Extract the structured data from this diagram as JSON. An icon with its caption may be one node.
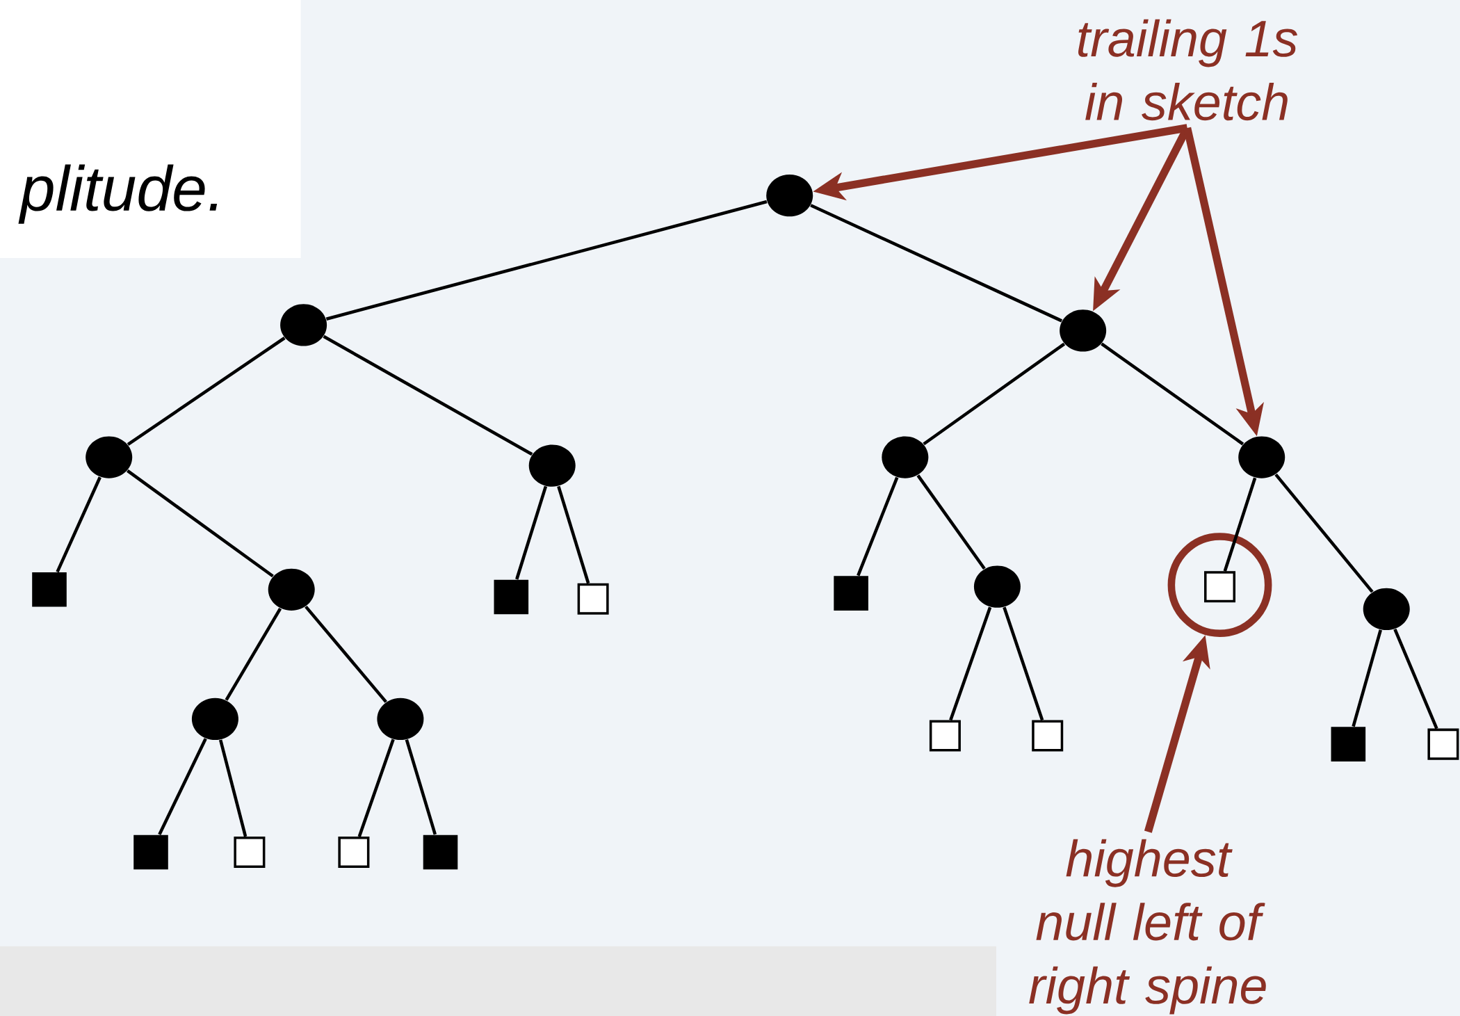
{
  "diagram": {
    "nodes": [
      {
        "text": [],
        "shape": "circle"
      },
      {
        "text": [],
        "shape": "circle"
      },
      {
        "text": [],
        "shape": "circle"
      },
      {
        "text": [],
        "shape": "circle"
      },
      {
        "text": [],
        "shape": "circle"
      },
      {
        "text": [],
        "shape": "circle"
      },
      {
        "text": [],
        "shape": "circle"
      },
      {
        "text": [],
        "shape": "box"
      },
      {
        "text": [],
        "shape": "circle"
      },
      {
        "text": [],
        "shape": "box"
      },
      {
        "text": [],
        "shape": "box"
      },
      {
        "text": [],
        "shape": "box"
      },
      {
        "text": [],
        "shape": "circle"
      },
      {
        "text": [],
        "shape": "circle"
      },
      {
        "text": [],
        "shape": "box",
        "in": 13
      },
      {
        "text": [],
        "shape": "circle"
      },
      {
        "text": [],
        "shape": "circle"
      },
      {
        "text": [],
        "shape": "circle"
      },
      {
        "text": [],
        "shape": "box"
      },
      {
        "text": [],
        "shape": "box"
      },
      {
        "text": [],
        "shape": "box"
      },
      {
        "text": [],
        "shape": "box"
      },
      {
        "text": [],
        "shape": "box"
      },
      {
        "text": [],
        "shape": "box"
      },
      {
        "text": [],
        "shape": "box"
      },
      {
        "text": [],
        "shape": "box"
      },
      {
        "text": [
          "trailing 1s in sketch"
        ]
      },
      {
        "text": [
          "highest null left of right spine"
        ]
      }
    ],
    "edges": [
      {
        "from": 0,
        "to": 1,
        "arrow": "none"
      },
      {
        "from": 0,
        "to": 2,
        "arrow": "none"
      },
      {
        "from": 1,
        "to": 3,
        "arrow": "none"
      },
      {
        "from": 1,
        "to": 4,
        "arrow": "none"
      },
      {
        "from": 2,
        "to": 5,
        "arrow": "none"
      },
      {
        "from": 2,
        "to": 6,
        "arrow": "none"
      },
      {
        "from": 3,
        "to": 7,
        "arrow": "none"
      },
      {
        "from": 3,
        "to": 8,
        "arrow": "none"
      },
      {
        "from": 4,
        "to": 9,
        "arrow": "none"
      },
      {
        "from": 4,
        "to": 10,
        "arrow": "none"
      },
      {
        "from": 5,
        "to": 11,
        "arrow": "none"
      },
      {
        "from": 5,
        "to": 12,
        "arrow": "none"
      },
      {
        "from": 6,
        "to": 14,
        "arrow": "none"
      },
      {
        "from": 6,
        "to": 15,
        "arrow": "none"
      },
      {
        "from": 8,
        "to": 16,
        "arrow": "none"
      },
      {
        "from": 8,
        "to": 17,
        "arrow": "none"
      },
      {
        "from": 12,
        "to": 18,
        "arrow": "none"
      },
      {
        "from": 12,
        "to": 19,
        "arrow": "none"
      },
      {
        "from": 15,
        "to": 20,
        "arrow": "none"
      },
      {
        "from": 15,
        "to": 21,
        "arrow": "none"
      },
      {
        "from": 16,
        "to": 22,
        "arrow": "none"
      },
      {
        "from": 16,
        "to": 23,
        "arrow": "none"
      },
      {
        "from": 17,
        "to": 24,
        "arrow": "none"
      },
      {
        "from": 17,
        "to": 25,
        "arrow": "none"
      },
      {
        "from": 26,
        "to": 0,
        "arrow": "to",
        "style": "thick",
        "color": "#8b3024"
      },
      {
        "from": 26,
        "to": 2,
        "arrow": "to",
        "style": "thick",
        "color": "#8b3024"
      },
      {
        "from": 26,
        "to": 6,
        "arrow": "to",
        "style": "thick",
        "color": "#8b3024"
      },
      {
        "from": 27,
        "to": 13,
        "arrow": "to",
        "style": "thick",
        "color": "#8b3024"
      }
    ],
    "labels": [
      "plitude."
    ]
  }
}
